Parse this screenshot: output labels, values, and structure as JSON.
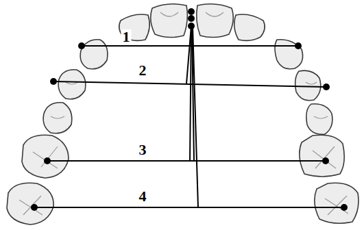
{
  "diagram": {
    "labels": [
      "1",
      "2",
      "3",
      "4"
    ]
  }
}
